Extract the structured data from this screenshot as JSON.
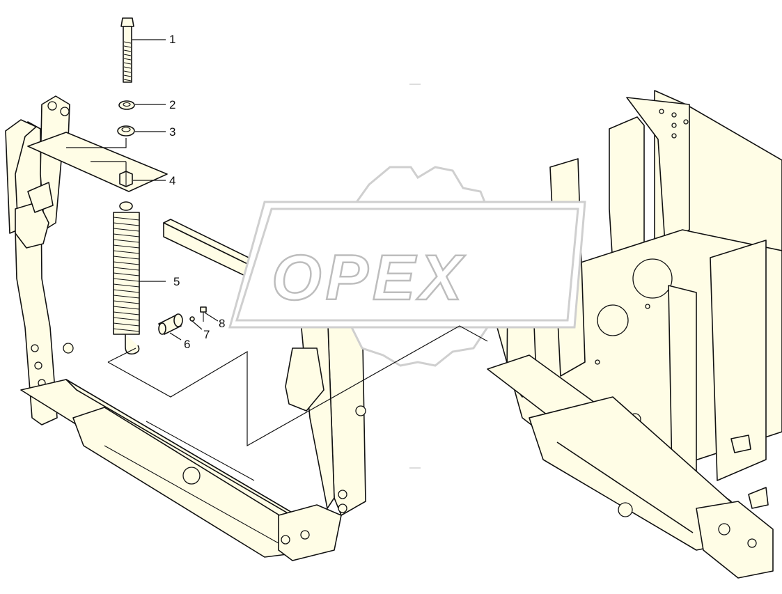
{
  "watermark": {
    "text": "OPEX"
  },
  "callouts": [
    {
      "id": "1",
      "label": "1"
    },
    {
      "id": "2",
      "label": "2"
    },
    {
      "id": "3",
      "label": "3"
    },
    {
      "id": "4",
      "label": "4"
    },
    {
      "id": "5",
      "label": "5"
    },
    {
      "id": "6",
      "label": "6"
    },
    {
      "id": "7",
      "label": "7"
    },
    {
      "id": "8",
      "label": "8"
    }
  ],
  "colors": {
    "part_fill": "#fffde6",
    "line": "#111111",
    "watermark": "#bdbdbd"
  }
}
